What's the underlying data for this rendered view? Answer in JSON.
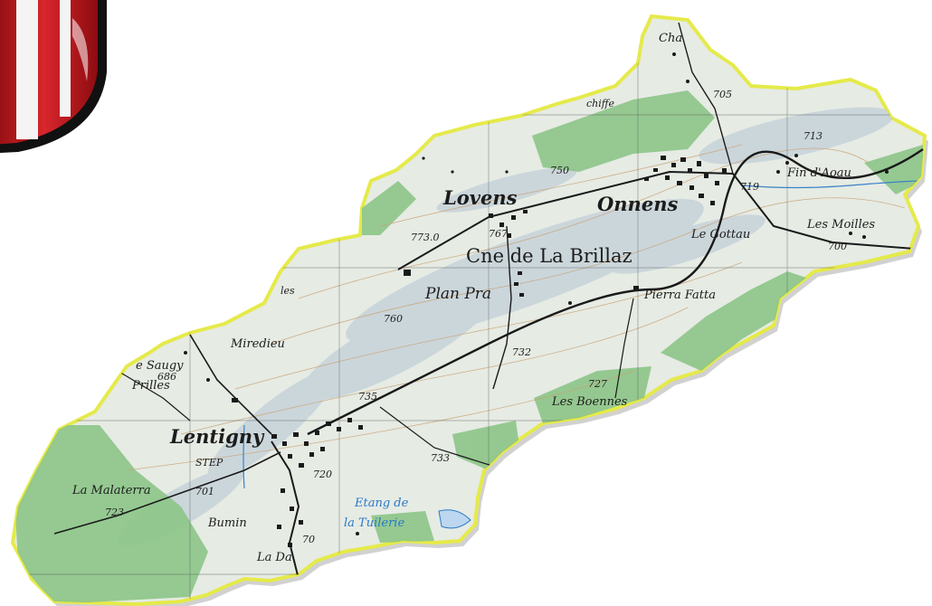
{
  "map": {
    "title": "Cne de La Brillaz",
    "places": {
      "lovens": "Lovens",
      "onnens": "Onnens",
      "lentigny": "Lentigny",
      "plan_pra": "Plan Pra",
      "le_gottau": "Le Gottau",
      "les_moilles": "Les Moilles",
      "fin_d_aoau": "Fin d'Aoau",
      "pierra_fatta": "Pierra Fatta",
      "les_boennes": "Les Boennes",
      "miredieu": "Miredieu",
      "saugy": "e Saugy",
      "prilles": "Prilles",
      "la_malaterra": "La Malaterra",
      "bumin": "Bumin",
      "la_da": "La Da",
      "step": "STEP",
      "les": "les",
      "chiffe": "chiffe",
      "cha": "Cha",
      "etang_line1": "Etang de",
      "etang_line2": "la Tuilerie"
    },
    "elevations": {
      "e705": "705",
      "e713": "713",
      "e719": "719",
      "e700": "700",
      "e750": "750",
      "e767": "767",
      "e773": "773.0",
      "e760": "760",
      "e732": "732",
      "e727": "727",
      "e735": "735",
      "e686": "686",
      "e733": "733",
      "e720": "720",
      "e701": "701",
      "e723": "723",
      "e70": "70"
    },
    "colors": {
      "terrain": "#e6ebe4",
      "relief": "#c2cfd8",
      "forest": "#8cc587",
      "border": "#e5ea4a",
      "road": "#1a1a1a",
      "water": "#2a78c8",
      "shield_red": "#c8161c"
    }
  }
}
